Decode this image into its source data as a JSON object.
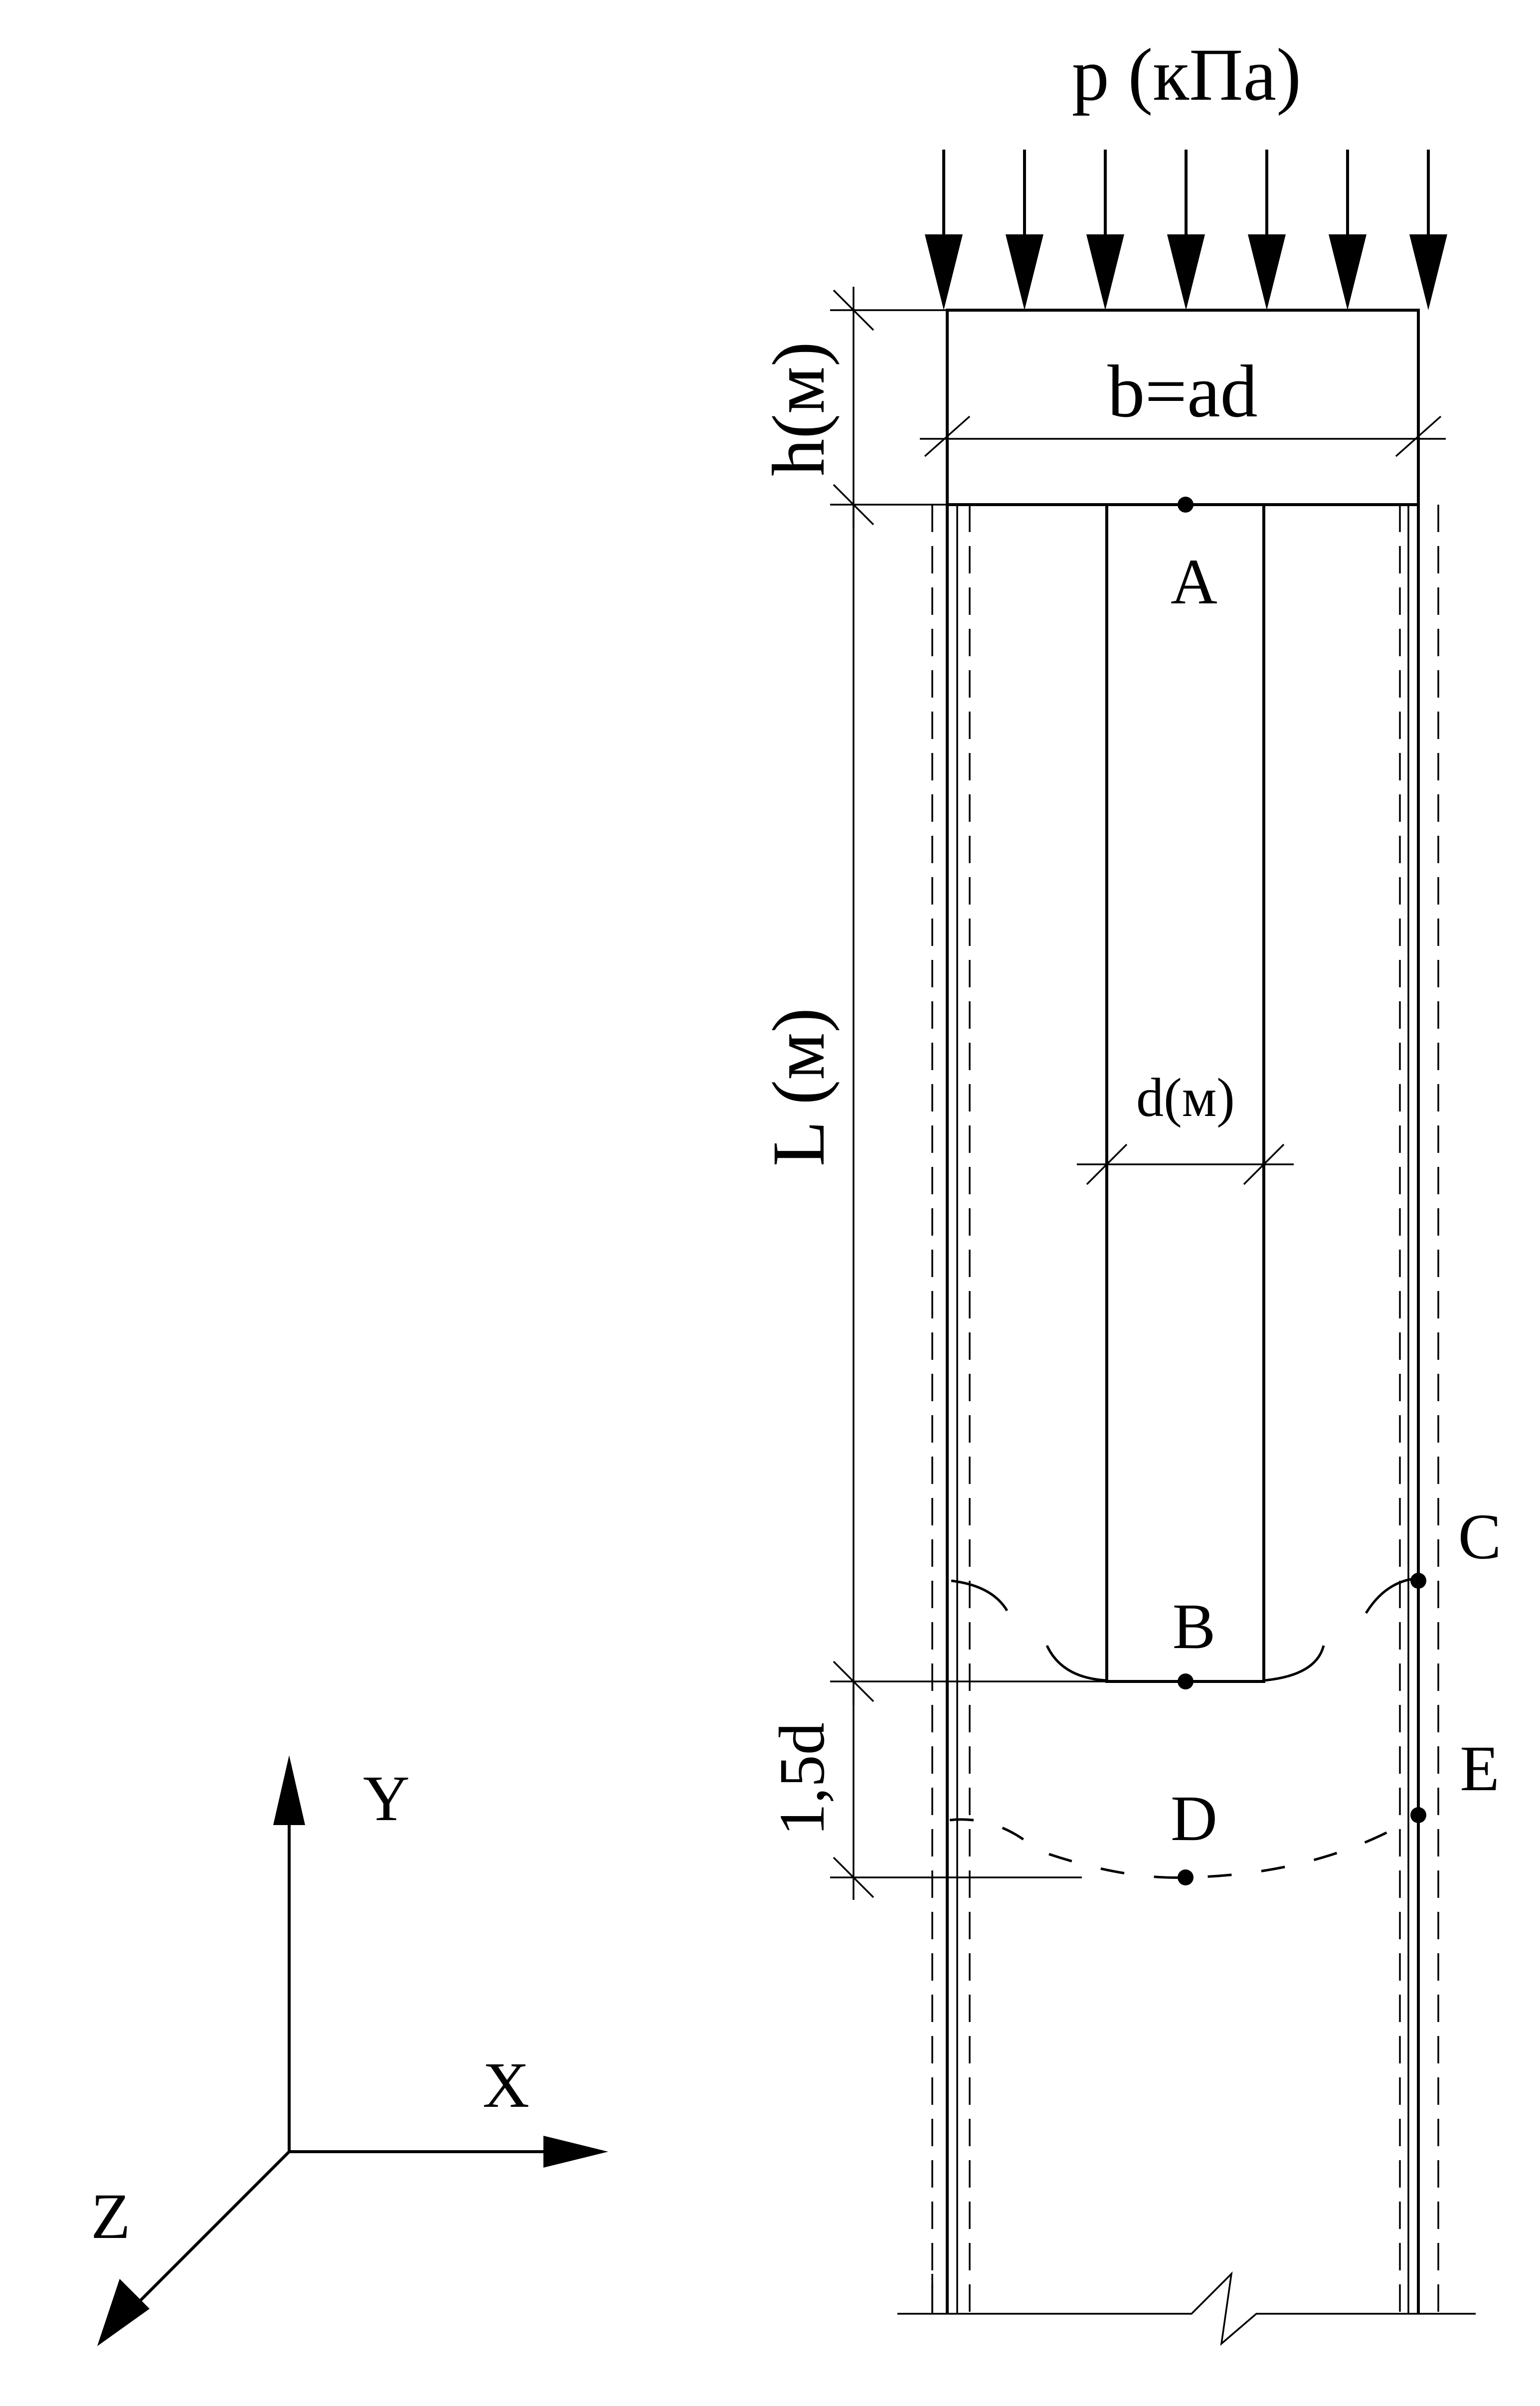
{
  "diagram": {
    "load_label": "p (кПа)",
    "cap_width_label": "b=ad",
    "cap_height_label": "h(м)",
    "length_label": "L (м)",
    "diameter_label": "d(м)",
    "depth_label": "1,5d",
    "points": {
      "a": "A",
      "b": "B",
      "c": "C",
      "d": "D",
      "e": "E"
    },
    "axes": {
      "y": "Y",
      "x": "X",
      "z": "Z"
    }
  }
}
